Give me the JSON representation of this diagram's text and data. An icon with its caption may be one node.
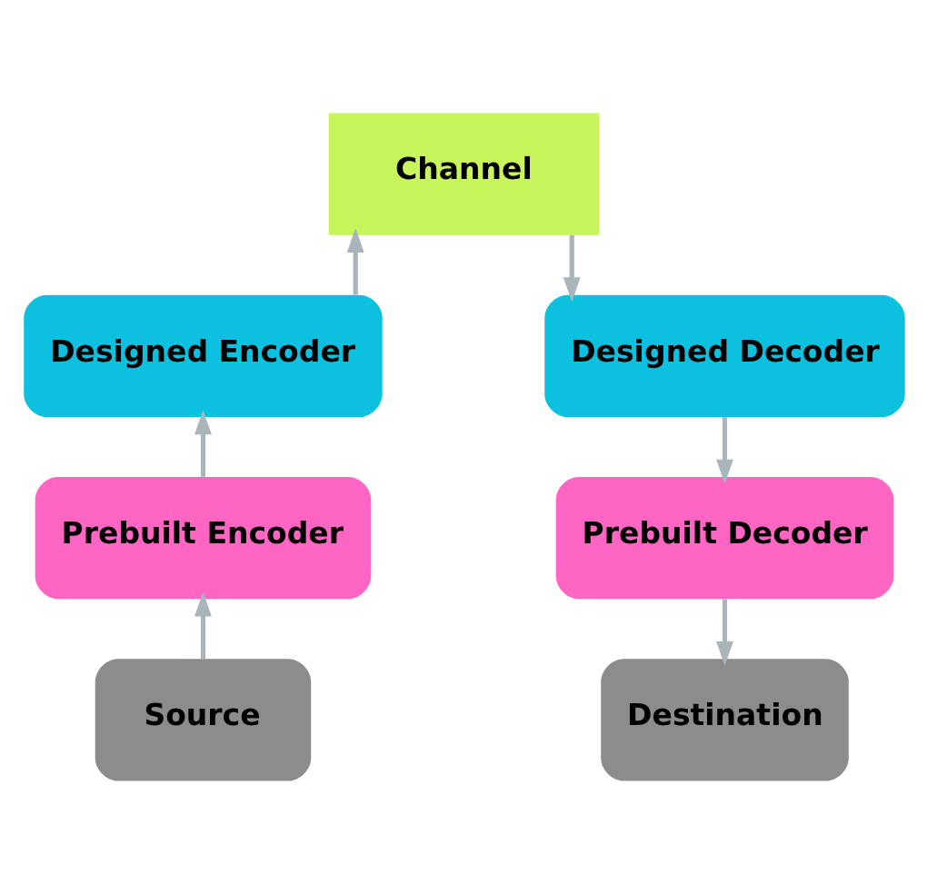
{
  "diagram": {
    "nodes": [
      {
        "text": [
          "Channel"
        ]
      },
      {
        "text": [
          "Designed Encoder"
        ]
      },
      {
        "text": [
          "Designed Decoder"
        ]
      },
      {
        "text": [
          "Prebuilt Encoder"
        ]
      },
      {
        "text": [
          "Prebuilt Decoder"
        ]
      },
      {
        "text": [
          "Source"
        ]
      },
      {
        "text": [
          "Destination"
        ]
      }
    ],
    "edges": [
      {
        "from": 5,
        "to": 3,
        "arrow": "to"
      },
      {
        "from": 3,
        "to": 1,
        "arrow": "to"
      },
      {
        "from": 1,
        "to": 0,
        "arrow": "to"
      },
      {
        "from": 0,
        "to": 2,
        "arrow": "to"
      },
      {
        "from": 2,
        "to": 4,
        "arrow": "to"
      },
      {
        "from": 4,
        "to": 6,
        "arrow": "to"
      }
    ]
  }
}
